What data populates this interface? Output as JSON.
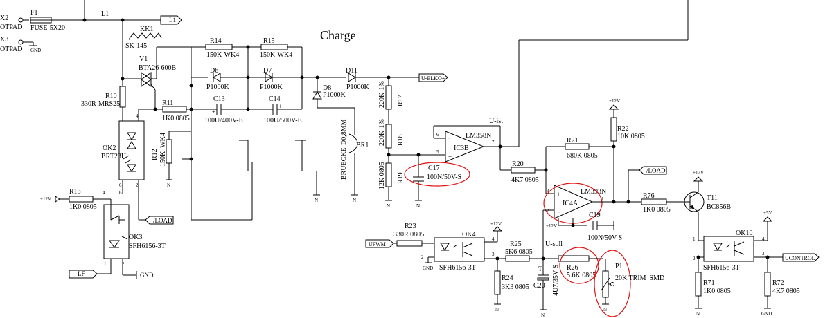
{
  "title": "Charge",
  "terminals": {
    "x2": "X2",
    "x2_type": "OTPAD",
    "x3": "X3",
    "x3_type": "OTPAD"
  },
  "nets": {
    "l1": "L1",
    "gnd": "GND",
    "n": "N",
    "p12v": "+12V",
    "p5v": "+5V",
    "load": "/LOAD",
    "u_elko": "U-ELKO+",
    "upwm": "UPWM",
    "lf": "LF",
    "ucontrol": "UCONTROL",
    "u_ist": "U-ist",
    "u_soll": "U-soll"
  },
  "components": {
    "f1": {
      "ref": "F1",
      "value": "FUSE-5X20"
    },
    "kk1": {
      "ref": "KK1",
      "value": "SK-145"
    },
    "v1": {
      "ref": "V1",
      "value": "BTA26-600B"
    },
    "r10": {
      "ref": "R10",
      "value": "330R-MRS25"
    },
    "r11": {
      "ref": "R11",
      "value": "1K0 0805"
    },
    "r12": {
      "ref": "R12",
      "value": "150K_WK4"
    },
    "r13": {
      "ref": "R13",
      "value": "1K0 0805"
    },
    "r14": {
      "ref": "R14",
      "value": "150K-WK4"
    },
    "r15": {
      "ref": "R15",
      "value": "150K-WK4"
    },
    "d6": {
      "ref": "D6",
      "value": "P1000K"
    },
    "d7": {
      "ref": "D7",
      "value": "P1000K"
    },
    "d8": {
      "ref": "D8",
      "value": "P1000K"
    },
    "d11": {
      "ref": "D11",
      "value": "P1000K"
    },
    "c13": {
      "ref": "C13",
      "value": "100U/400V-E"
    },
    "c14": {
      "ref": "C14",
      "value": "100U/500V-E"
    },
    "ok2": {
      "ref": "OK2",
      "value": "BRT23H"
    },
    "ok3": {
      "ref": "OK3",
      "value": "SFH6156-3T"
    },
    "ok4": {
      "ref": "OK4",
      "value": "SFH6156-3T"
    },
    "ok10": {
      "ref": "OK10",
      "value": "SFH6156-3T"
    },
    "br1": {
      "ref": "BR1",
      "value": "BRUECKE-D0,8MM"
    },
    "r17": {
      "ref": "R17",
      "value": "220K-1%"
    },
    "r18": {
      "ref": "R18",
      "value": "220K-1%"
    },
    "r19": {
      "ref": "R19",
      "value": "12K 0805"
    },
    "ic3b": {
      "ref": "IC3B",
      "value": "LM358N"
    },
    "c17": {
      "ref": "C17",
      "value": "100N/50V-S"
    },
    "r20": {
      "ref": "R20",
      "value": "4K7 0805"
    },
    "r21": {
      "ref": "R21",
      "value": "680K 0805"
    },
    "r22": {
      "ref": "R22",
      "value": "10K 0805"
    },
    "ic4a": {
      "ref": "IC4A",
      "value": "LM393N"
    },
    "c19": {
      "ref": "C19",
      "value": "100N/50V-S"
    },
    "r23": {
      "ref": "R23",
      "value": "330R 0805"
    },
    "r24": {
      "ref": "R24",
      "value": "3K3 0805"
    },
    "r25": {
      "ref": "R25",
      "value": "5K6 0805"
    },
    "r26": {
      "ref": "R26",
      "value": "5.6K 0805"
    },
    "p1": {
      "ref": "P1",
      "value": "20K TRIM_SMD"
    },
    "c20": {
      "ref": "C20",
      "value": "4U7/35V-S"
    },
    "r76": {
      "ref": "R76",
      "value": "1K0 0805"
    },
    "t11": {
      "ref": "T11",
      "value": "BC856B"
    },
    "r71": {
      "ref": "R71",
      "value": "1K0 0805"
    },
    "r72": {
      "ref": "R72",
      "value": "4K7 0805"
    }
  },
  "pins": {
    "p1": "1",
    "p2": "2",
    "p3": "3",
    "p4": "4",
    "p5": "5",
    "p6": "6",
    "p7": "7",
    "plus": "+",
    "minus": "-",
    "t": "T"
  },
  "highlight_color": "#e01010"
}
